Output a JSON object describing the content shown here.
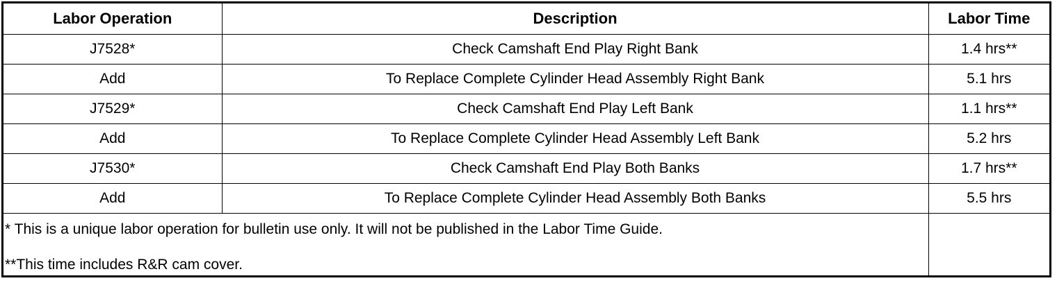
{
  "table": {
    "headers": [
      "Labor Operation",
      "Description",
      "Labor Time"
    ],
    "rows": [
      {
        "operation": "J7528*",
        "description": "Check Camshaft End Play Right Bank",
        "time": "1.4 hrs**"
      },
      {
        "operation": "Add",
        "description": "To Replace Complete Cylinder Head Assembly Right Bank",
        "time": "5.1 hrs"
      },
      {
        "operation": "J7529*",
        "description": "Check Camshaft End Play Left Bank",
        "time": "1.1 hrs**"
      },
      {
        "operation": "Add",
        "description": "To Replace Complete Cylinder Head Assembly Left Bank",
        "time": "5.2 hrs"
      },
      {
        "operation": "J7530*",
        "description": "Check Camshaft End Play Both Banks",
        "time": "1.7 hrs**"
      },
      {
        "operation": "Add",
        "description": "To Replace Complete Cylinder Head Assembly Both Banks",
        "time": "5.5 hrs"
      }
    ],
    "notes": [
      "* This is a unique labor operation for bulletin use only. It will not be published in the Labor Time Guide.",
      "**This time includes R&R cam cover."
    ]
  }
}
